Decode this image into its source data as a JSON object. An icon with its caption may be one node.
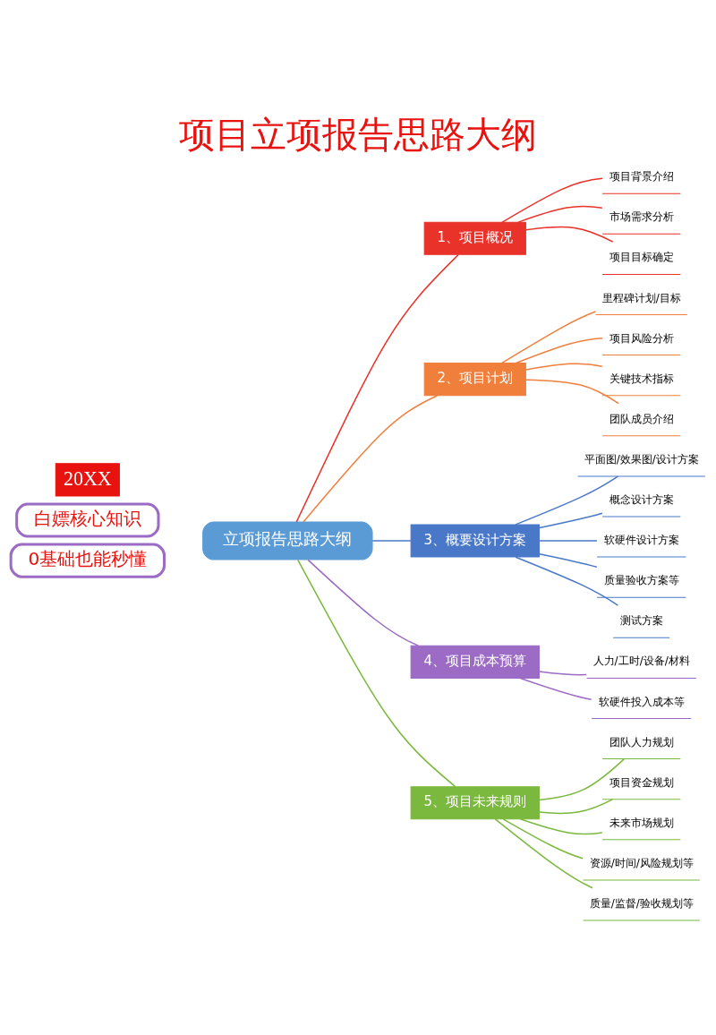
{
  "diagram": {
    "title": "项目立项报告思路大纲",
    "nodes": [
      {
        "text": [
          "白嫖核心知识"
        ]
      },
      {
        "text": [
          "0基础也能秒懂"
        ]
      },
      {
        "text": [
          "立项报告思路大纲"
        ]
      },
      {
        "text": [
          "1、项目概况"
        ]
      },
      {
        "text": [
          "项目背景介绍"
        ]
      },
      {
        "text": [
          "市场需求分析"
        ]
      },
      {
        "text": [
          "项目目标确定"
        ]
      },
      {
        "text": [
          "2、项目计划"
        ]
      },
      {
        "text": [
          "里程碑计划/目标"
        ]
      },
      {
        "text": [
          "项目风险分析"
        ]
      },
      {
        "text": [
          "关键技术指标"
        ]
      },
      {
        "text": [
          "团队成员介绍"
        ]
      },
      {
        "text": [
          "3、概要设计方案"
        ]
      },
      {
        "text": [
          "平面图/效果图/设计方案"
        ]
      },
      {
        "text": [
          "概念设计方案"
        ]
      },
      {
        "text": [
          "软硬件设计方案"
        ]
      },
      {
        "text": [
          "质量验收方案等"
        ]
      },
      {
        "text": [
          "测试方案"
        ]
      },
      {
        "text": [
          "4、项目成本预算"
        ]
      },
      {
        "text": [
          "人力/工时/设备/材料"
        ]
      },
      {
        "text": [
          "软硬件投入成本等"
        ]
      },
      {
        "text": [
          "5、项目未来规则"
        ]
      },
      {
        "text": [
          "团队人力规划"
        ]
      },
      {
        "text": [
          "项目资金规划"
        ]
      },
      {
        "text": [
          "未来市场规划"
        ]
      },
      {
        "text": [
          "资源/时间/风险规划等"
        ]
      },
      {
        "text": [
          "质量/监督/验收规划等"
        ]
      }
    ],
    "edges": [
      {
        "from": 2,
        "to": 3,
        "arrow": "none",
        "color": "#e8322a"
      },
      {
        "from": 3,
        "to": 4,
        "arrow": "none",
        "color": "#e8322a"
      },
      {
        "from": 3,
        "to": 5,
        "arrow": "none",
        "color": "#e8322a"
      },
      {
        "from": 3,
        "to": 6,
        "arrow": "none",
        "color": "#e8322a"
      },
      {
        "from": 2,
        "to": 7,
        "arrow": "none",
        "color": "#f07f3c"
      },
      {
        "from": 7,
        "to": 8,
        "arrow": "none",
        "color": "#f07f3c"
      },
      {
        "from": 7,
        "to": 9,
        "arrow": "none",
        "color": "#f07f3c"
      },
      {
        "from": 7,
        "to": 10,
        "arrow": "none",
        "color": "#f07f3c"
      },
      {
        "from": 7,
        "to": 11,
        "arrow": "none",
        "color": "#f07f3c"
      },
      {
        "from": 2,
        "to": 12,
        "arrow": "none",
        "color": "#4a78c8"
      },
      {
        "from": 12,
        "to": 13,
        "arrow": "none",
        "color": "#4a78c8"
      },
      {
        "from": 12,
        "to": 14,
        "arrow": "none",
        "color": "#4a78c8"
      },
      {
        "from": 12,
        "to": 15,
        "arrow": "none",
        "color": "#4a78c8"
      },
      {
        "from": 12,
        "to": 16,
        "arrow": "none",
        "color": "#4a78c8"
      },
      {
        "from": 12,
        "to": 17,
        "arrow": "none",
        "color": "#4a78c8"
      },
      {
        "from": 2,
        "to": 18,
        "arrow": "none",
        "color": "#9b6bc5"
      },
      {
        "from": 18,
        "to": 19,
        "arrow": "none",
        "color": "#9b6bc5"
      },
      {
        "from": 18,
        "to": 20,
        "arrow": "none",
        "color": "#9b6bc5"
      },
      {
        "from": 2,
        "to": 21,
        "arrow": "none",
        "color": "#7bb83e"
      },
      {
        "from": 21,
        "to": 22,
        "arrow": "none",
        "color": "#7bb83e"
      },
      {
        "from": 21,
        "to": 23,
        "arrow": "none",
        "color": "#7bb83e"
      },
      {
        "from": 21,
        "to": 24,
        "arrow": "none",
        "color": "#7bb83e"
      },
      {
        "from": 21,
        "to": 25,
        "arrow": "none",
        "color": "#7bb83e"
      },
      {
        "from": 21,
        "to": 26,
        "arrow": "none",
        "color": "#7bb83e"
      }
    ],
    "labels": [
      "20XX"
    ]
  }
}
